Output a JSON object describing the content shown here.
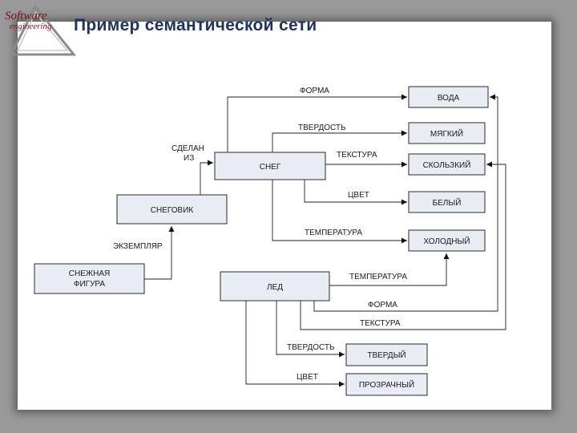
{
  "slide": {
    "title": "Пример семантической сети",
    "logo": {
      "line1": "Software",
      "line2": "engineering"
    }
  },
  "nodes": {
    "voda": "ВОДА",
    "myagkiy": "МЯГКИЙ",
    "skolzkiy": "СКОЛЬЗКИЙ",
    "sneg": "СНЕГ",
    "beliy": "БЕЛЫЙ",
    "snegovik": "СНЕГОВИК",
    "holodniy": "ХОЛОДНЫЙ",
    "snezhnaya1": "СНЕЖНАЯ",
    "snezhnaya2": "ФИГУРА",
    "led": "ЛЕД",
    "tverdiy": "ТВЕРДЫЙ",
    "prozrachniy": "ПРОЗРАЧНЫЙ"
  },
  "edges": {
    "forma1": "ФОРМА",
    "tverdost1": "ТВЕРДОСТЬ",
    "sdelan": "СДЕЛАН",
    "iz": "ИЗ",
    "tekstura1": "ТЕКСТУРА",
    "tsvet1": "ЦВЕТ",
    "temperatura1": "ТЕМПЕРАТУРА",
    "ekzemplyar": "ЭКЗЕМПЛЯР",
    "temperatura2": "ТЕМПЕРАТУРА",
    "forma2": "ФОРМА",
    "tekstura2": "ТЕКСТУРА",
    "tverdost2": "ТВЕРДОСТЬ",
    "tsvet2": "ЦВЕТ"
  }
}
